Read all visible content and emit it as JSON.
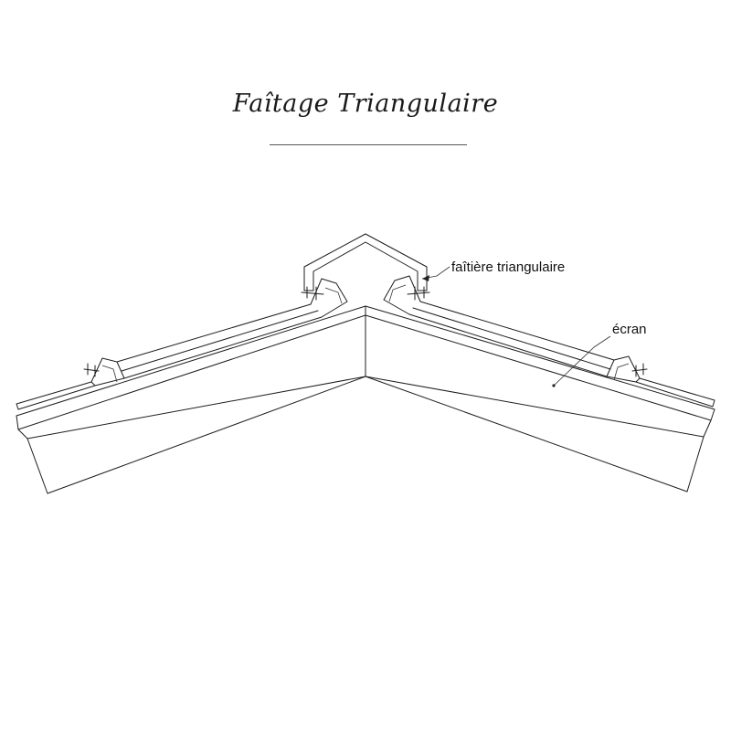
{
  "title": "Faîtage Triangulaire",
  "labels": {
    "ridge_cap": "faîtière triangulaire",
    "screen": "écran"
  }
}
